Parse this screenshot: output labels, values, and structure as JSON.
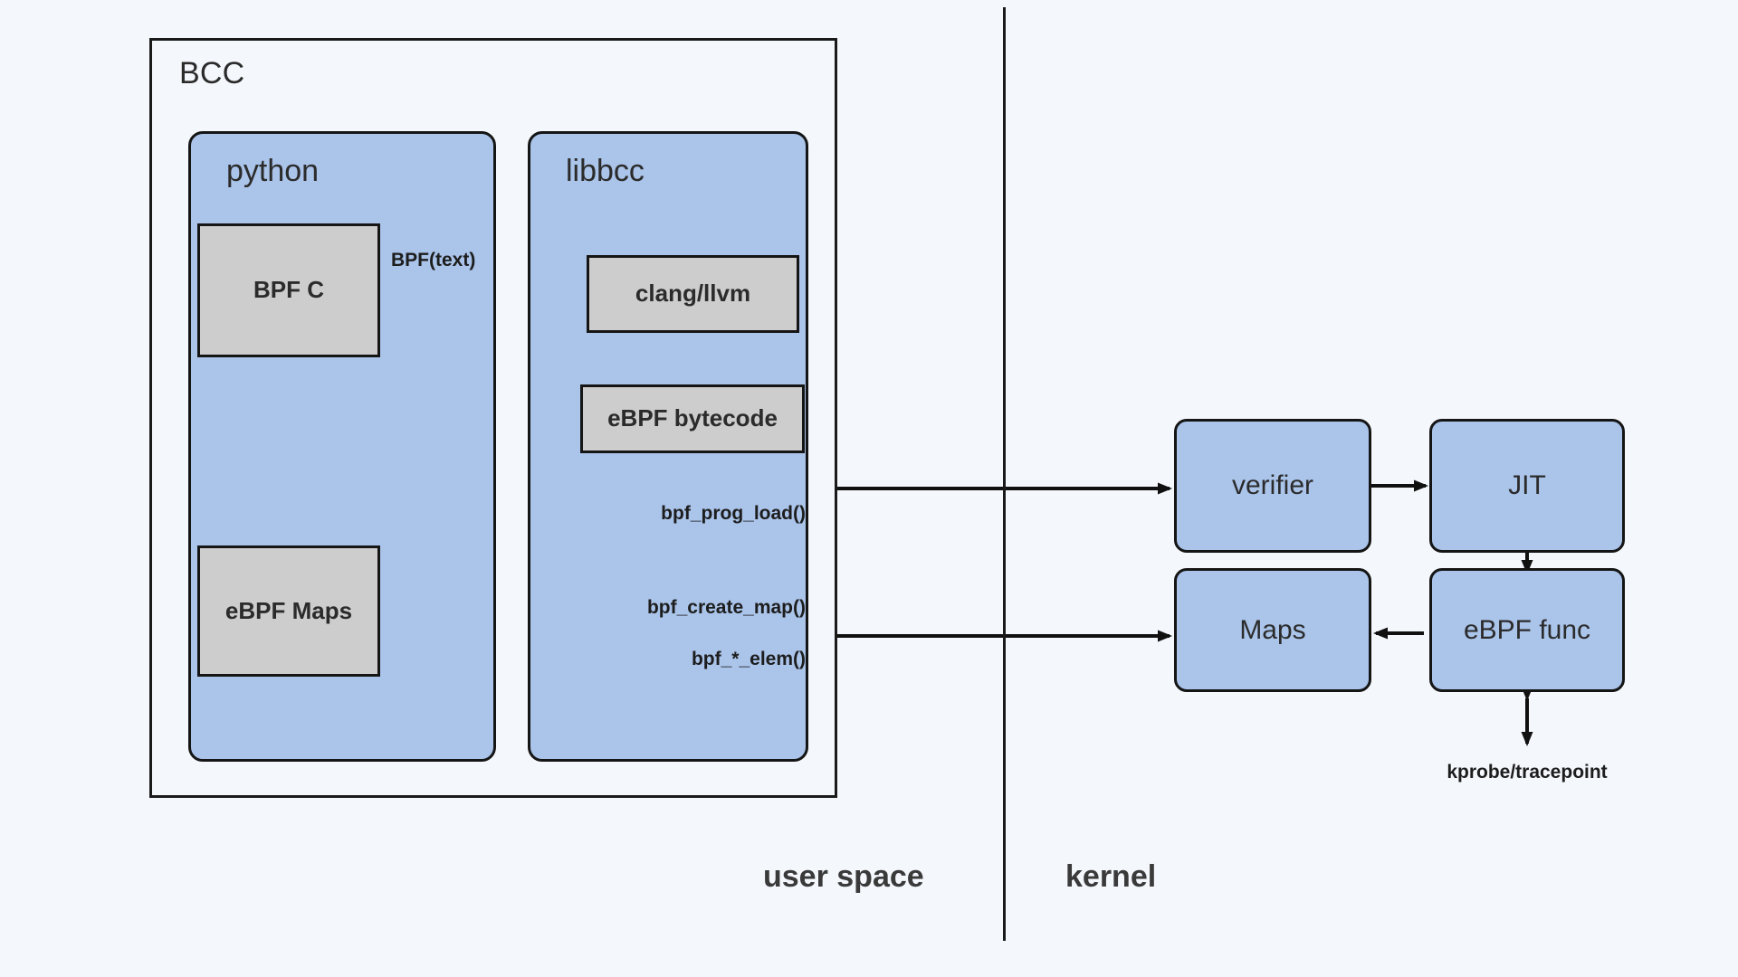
{
  "diagram": {
    "title_outer": "BCC",
    "groups": [
      {
        "id": "python",
        "label": "python"
      },
      {
        "id": "libbcc",
        "label": "libbcc"
      }
    ],
    "user_space_nodes": [
      {
        "id": "bpf-c",
        "label": "BPF C"
      },
      {
        "id": "ebpf-maps",
        "label": "eBPF Maps"
      },
      {
        "id": "clang-llvm",
        "label": "clang/llvm"
      },
      {
        "id": "ebpf-bytecode",
        "label": "eBPF bytecode"
      }
    ],
    "kernel_nodes": [
      {
        "id": "verifier",
        "label": "verifier"
      },
      {
        "id": "jit",
        "label": "JIT"
      },
      {
        "id": "maps",
        "label": "Maps"
      },
      {
        "id": "ebpf-func",
        "label": "eBPF func"
      }
    ],
    "edge_labels": [
      {
        "id": "bpf-text",
        "label": "BPF(text)"
      },
      {
        "id": "bpf-prog-load",
        "label": "bpf_prog_load()"
      },
      {
        "id": "bpf-create-map",
        "label": "bpf_create_map()"
      },
      {
        "id": "bpf-star-elem",
        "label": "bpf_*_elem()"
      },
      {
        "id": "kprobe",
        "label": "kprobe/tracepoint"
      }
    ],
    "zones": [
      {
        "id": "user-space",
        "label": "user space"
      },
      {
        "id": "kernel",
        "label": "kernel"
      }
    ],
    "colors": {
      "background": "#f4f7fc",
      "group_fill": "#aac4ea",
      "node_fill": "#cdcdcd",
      "stroke": "#151515",
      "text": "#2b2b2b"
    }
  }
}
